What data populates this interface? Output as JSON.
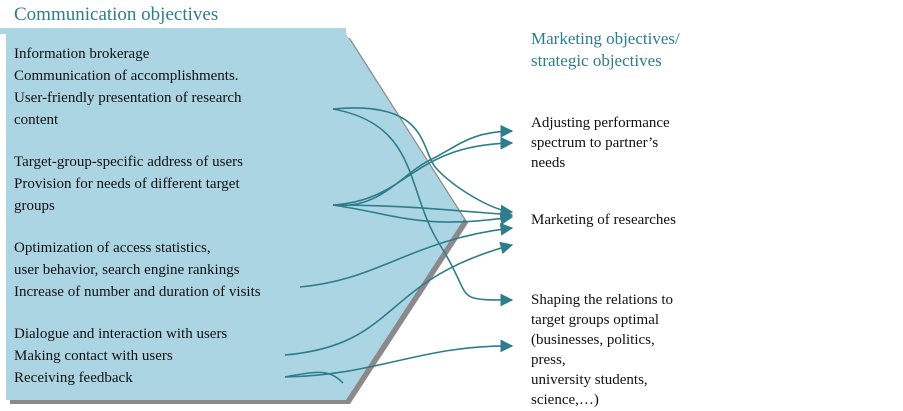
{
  "title": "Communication objectives",
  "right_title": [
    "Marketing objectives/",
    "strategic objectives"
  ],
  "left_groups": [
    {
      "lines": [
        "Information brokerage",
        "Communication of accomplishments.",
        "User-friendly presentation of research",
        "content"
      ]
    },
    {
      "lines": [
        "Target-group-specific address of users",
        "Provision for needs of different target",
        "groups"
      ]
    },
    {
      "lines": [
        "Optimization of access statistics,",
        "user behavior, search engine rankings",
        "Increase of number and duration of visits"
      ]
    },
    {
      "lines": [
        "Dialogue and interaction with users",
        "Making contact with users",
        "Receiving feedback"
      ]
    }
  ],
  "right_targets": [
    {
      "lines": [
        "Adjusting performance",
        "spectrum to partner’s",
        "needs"
      ]
    },
    {
      "lines": [
        "Marketing of researches"
      ]
    },
    {
      "lines": [
        "Shaping the relations to",
        "target groups optimal",
        "(businesses, politics,",
        "press,",
        "university students,",
        "science,…)"
      ]
    }
  ],
  "colors": {
    "arrow_fill": "#acd5e3",
    "arrow_shadow": "#8a8a8a",
    "heading": "#2e7d8c",
    "connector": "#2e7d8c"
  }
}
